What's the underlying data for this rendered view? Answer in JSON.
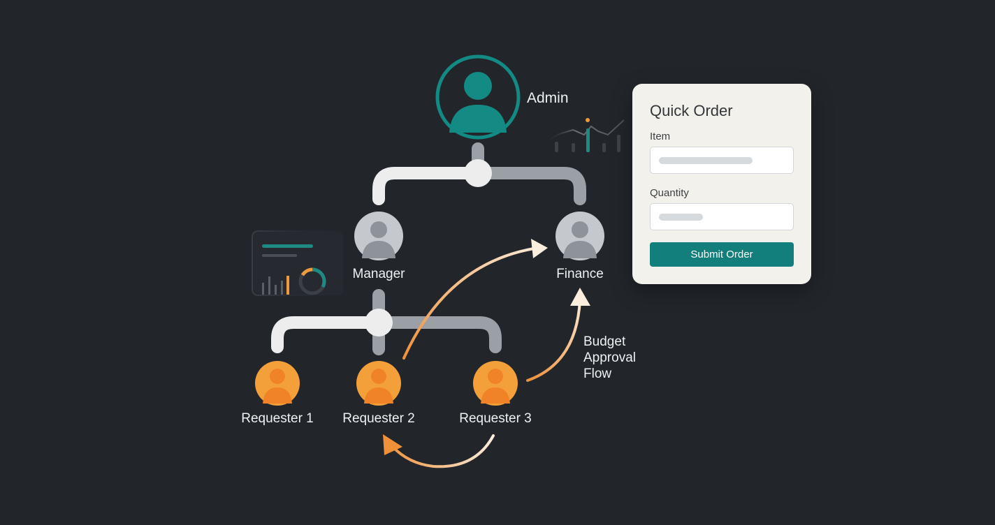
{
  "nodes": {
    "admin": "Admin",
    "manager": "Manager",
    "finance": "Finance",
    "requester_1": "Requester 1",
    "requester_2": "Requester 2",
    "requester_3": "Requester 3"
  },
  "flow_label": [
    "Budget",
    "Approval",
    "Flow"
  ],
  "quick_order": {
    "title": "Quick Order",
    "item_label": "Item",
    "quantity_label": "Quantity",
    "submit_label": "Submit Order"
  },
  "colors": {
    "background": "#22262b",
    "admin_teal": "#138a84",
    "requester_orange": "#f4a03a",
    "connector_white": "#ededed",
    "connector_gray": "#9ba0a7",
    "button_teal": "#137f7c"
  },
  "icons": [
    "user-icon",
    "bar-chart-icon",
    "donut-chart-icon",
    "sparkline-icon",
    "arrow-icon"
  ]
}
